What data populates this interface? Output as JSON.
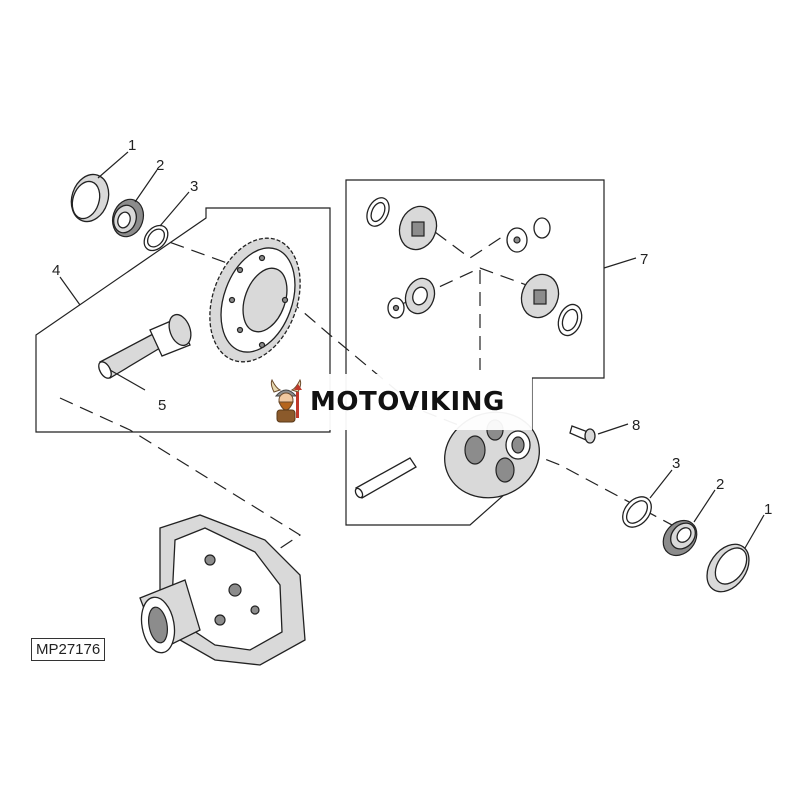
{
  "diagram_id": "MP27176",
  "watermark": {
    "brand": "MOTOVIKING"
  },
  "callouts": {
    "top_cup": "1",
    "top_bearing": "2",
    "top_shim": "3",
    "gear_set": "4",
    "pinion": "5",
    "diff_kit": "7",
    "bolt": "8",
    "bottom_shim": "3",
    "bottom_bearing": "2",
    "bottom_cup": "1"
  },
  "colors": {
    "ink": "#222222",
    "part_shade": "#d9d9d9",
    "dark_shade": "#8c8c8c",
    "logo_accent": "#c0392b"
  },
  "icons": {
    "logo": "viking-mascot-icon"
  }
}
